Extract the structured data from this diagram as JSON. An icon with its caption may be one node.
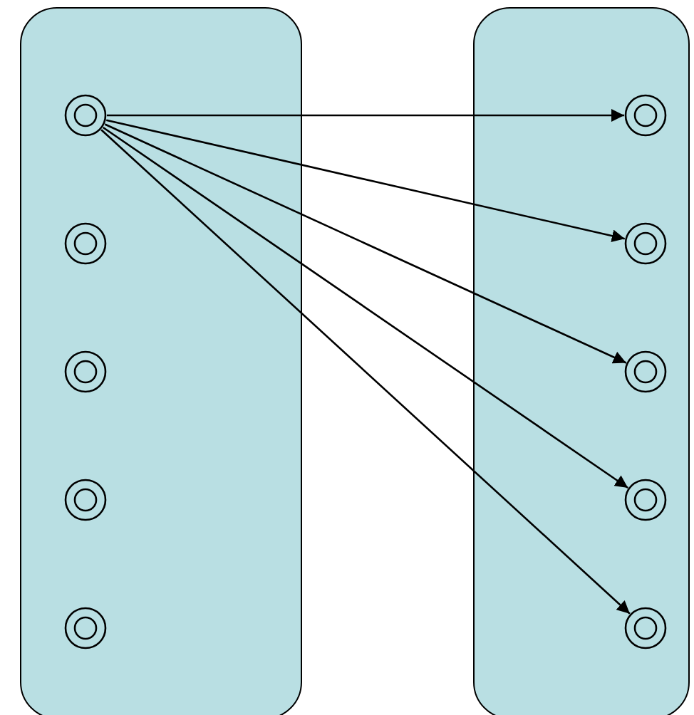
{
  "diagram": {
    "nodes": [
      {
        "text": [],
        "shape": "box"
      },
      {
        "text": [],
        "shape": "circle",
        "in": 0
      },
      {
        "text": [],
        "shape": "circle",
        "in": 0
      },
      {
        "text": [],
        "shape": "circle",
        "in": 0
      },
      {
        "text": [],
        "shape": "circle",
        "in": 0
      },
      {
        "text": [],
        "shape": "circle",
        "in": 0
      },
      {
        "text": [],
        "shape": "box"
      },
      {
        "text": [],
        "shape": "circle",
        "in": 6
      },
      {
        "text": [],
        "shape": "circle",
        "in": 6
      },
      {
        "text": [],
        "shape": "circle",
        "in": 6
      },
      {
        "text": [],
        "shape": "circle",
        "in": 6
      },
      {
        "text": [],
        "shape": "circle",
        "in": 6
      }
    ],
    "edges": [
      {
        "from": 1,
        "to": 7,
        "arrow": "to"
      },
      {
        "from": 1,
        "to": 8,
        "arrow": "to"
      },
      {
        "from": 1,
        "to": 9,
        "arrow": "to"
      },
      {
        "from": 1,
        "to": 10,
        "arrow": "to"
      },
      {
        "from": 1,
        "to": 11,
        "arrow": "to"
      }
    ]
  }
}
